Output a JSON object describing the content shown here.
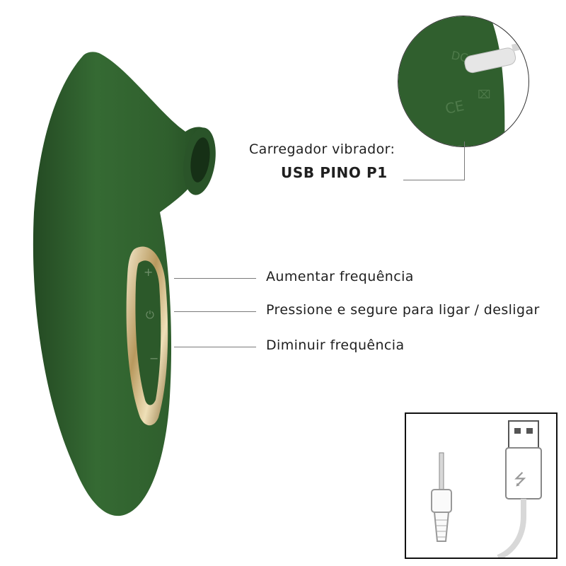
{
  "charger": {
    "label": "Carregador vibrador:",
    "value": "USB PINO P1"
  },
  "zoom_markings": {
    "dc": "DC",
    "ce": "CE"
  },
  "buttons": [
    {
      "symbol": "+",
      "label": "Aumentar frequência"
    },
    {
      "symbol": "⏻",
      "label": "Pressione e segure para ligar / desligar"
    },
    {
      "symbol": "−",
      "label": "Diminuir frequência"
    }
  ],
  "colors": {
    "body_green": "#2f5f2d",
    "body_dark": "#234a22",
    "gold": "#c9b07a"
  }
}
